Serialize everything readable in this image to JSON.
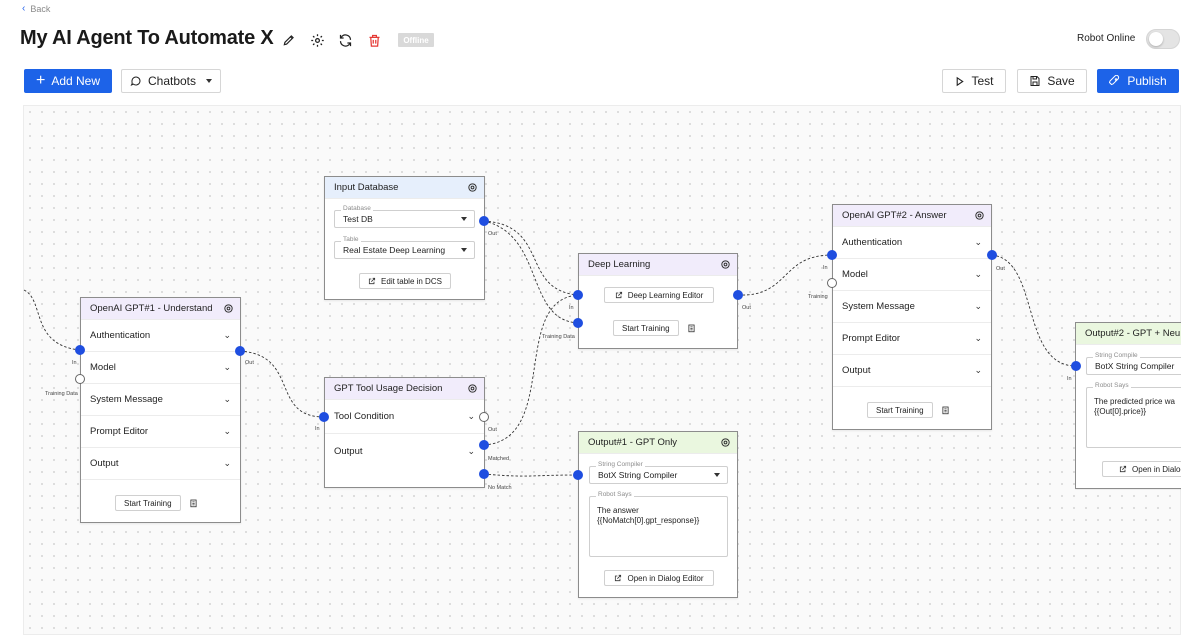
{
  "header": {
    "back_label": "Back",
    "title": "My AI Agent To Automate X",
    "status_badge": "Offline",
    "robot_online_label": "Robot Online"
  },
  "toolbar": {
    "add_new_label": "Add New",
    "chatbots_label": "Chatbots",
    "test_label": "Test",
    "save_label": "Save",
    "publish_label": "Publish"
  },
  "colors": {
    "primary": "#1d63e8",
    "port": "#1f4ee0",
    "delete_icon": "#e53935"
  },
  "nodes": {
    "gpt1": {
      "title": "OpenAI GPT#1 - Understand",
      "rows": [
        "Authentication",
        "Model",
        "System Message",
        "Prompt Editor",
        "Output"
      ],
      "start_training": "Start Training",
      "port_in": "In",
      "port_training": "Training Data",
      "port_out": "Out"
    },
    "input_db": {
      "title": "Input Database",
      "database_label": "Database",
      "database_value": "Test DB",
      "table_label": "Table",
      "table_value": "Real Estate Deep Learning",
      "edit_button": "Edit table in DCS",
      "port_out": "Out"
    },
    "tool_decision": {
      "title": "GPT Tool Usage Decision",
      "rows": [
        "Tool Condition",
        "Output"
      ],
      "port_in": "In",
      "port_out": "Out",
      "port_matched": "Matched",
      "port_nomatch": "No Match"
    },
    "deep_learning": {
      "title": "Deep Learning",
      "editor_button": "Deep Learning Editor",
      "start_training": "Start Training",
      "port_in": "In",
      "port_training": "Training Data",
      "port_out": "Out"
    },
    "output1": {
      "title": "Output#1 - GPT Only",
      "compiler_label": "String Compiler",
      "compiler_value": "BotX String Compiler",
      "robot_says_label": "Robot Says",
      "robot_says_text": "The answer {{NoMatch[0].gpt_response}}",
      "dialog_button": "Open in Dialog Editor"
    },
    "gpt2": {
      "title": "OpenAI GPT#2 - Answer",
      "rows": [
        "Authentication",
        "Model",
        "System Message",
        "Prompt Editor",
        "Output"
      ],
      "start_training": "Start Training",
      "port_in": "In",
      "port_training": "Training",
      "port_out": "Out"
    },
    "output2": {
      "title": "Output#2 - GPT + Neu",
      "compiler_label": "String Compile",
      "compiler_value": "BotX String Compiler",
      "robot_says_label": "Robot Says",
      "robot_says_text": "The predicted price wa {{Out[0].price}}",
      "dialog_button": "Open in Dialog",
      "port_in": "In"
    }
  }
}
